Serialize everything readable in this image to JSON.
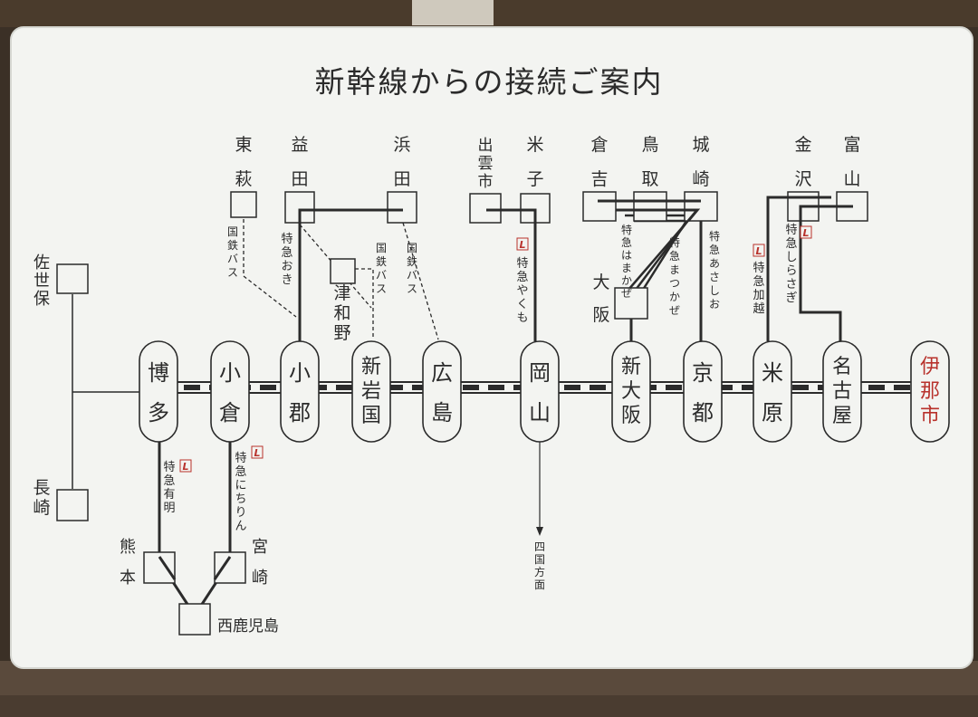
{
  "title": "新幹線からの接続ご案内",
  "mainline": [
    {
      "id": "hakata",
      "label": "博多"
    },
    {
      "id": "kokura",
      "label": "小倉"
    },
    {
      "id": "ogori",
      "label": "小郡"
    },
    {
      "id": "shiniwakuni",
      "label": "新岩国"
    },
    {
      "id": "hiroshima",
      "label": "広島"
    },
    {
      "id": "okayama",
      "label": "岡山"
    },
    {
      "id": "shinosaka",
      "label": "新大阪"
    },
    {
      "id": "kyoto",
      "label": "京都"
    },
    {
      "id": "maibara",
      "label": "米原"
    },
    {
      "id": "nagoya",
      "label": "名古屋"
    },
    {
      "id": "inashi",
      "label": "伊那市"
    }
  ],
  "stations": {
    "higashihagi": "東萩",
    "masuda": "益田",
    "hamada": "浜田",
    "izumoshi": "出雲市",
    "yonago": "米子",
    "kurayoshi": "倉吉",
    "tottori": "鳥取",
    "kinosaki": "城崎",
    "kanazawa": "金沢",
    "toyama": "富山",
    "tsuwano": "津和野",
    "osaka": "大阪",
    "sasebo": "佐世保",
    "nagasaki": "長崎",
    "kumamoto": "熊本",
    "miyazaki": "宮崎",
    "nishikagoshima": "西鹿児島"
  },
  "routes": {
    "bus1": "国鉄バス",
    "bus2": "国鉄バス",
    "bus3": "国鉄バス",
    "oki": "特急おき",
    "yakumo": "特急やくも",
    "hamakaze": "特急はまかぜ",
    "matsukaze": "特急まつかぜ",
    "asashio": "特急あさしお",
    "kaetsu": "特急加越",
    "shirasagi": "特急しらさぎ",
    "ariake": "特急有明",
    "nichirin": "特急にちりん",
    "shikoku": "四国方面"
  },
  "ltd_mark": "L",
  "colors": {
    "board": "#f3f4f1",
    "line": "#2b2b2b",
    "accent_red": "#b8322c"
  }
}
